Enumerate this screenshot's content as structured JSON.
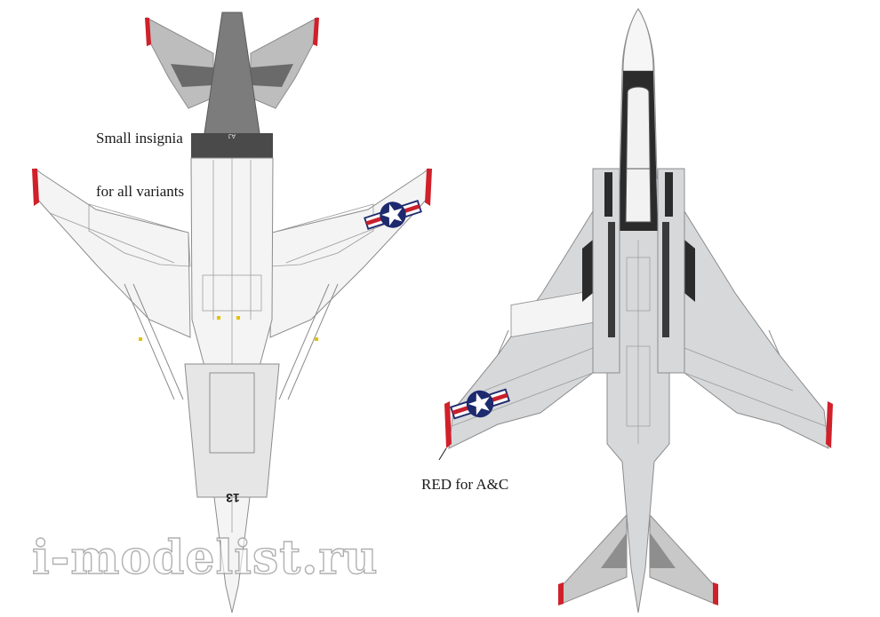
{
  "callouts": {
    "insignia_line1": "Small insignia",
    "insignia_line2": "for all variants",
    "red_note": "RED for A&C"
  },
  "markings": {
    "underside_modex": "13",
    "underside_tail_code": "AJ"
  },
  "watermark": "i-modelist.ru",
  "colors": {
    "light_gull_gray": "#d6d8da",
    "underside_white": "#f4f4f4",
    "panel_line": "#8c8c8c",
    "dark_gray": "#5a5a5a",
    "anti_glare_black": "#2b2b2b",
    "insignia_blue": "#1d2a6e",
    "insignia_red": "#c8202c",
    "wingtip_red": "#d0202a",
    "stab_gray": "#8e8e8e"
  }
}
